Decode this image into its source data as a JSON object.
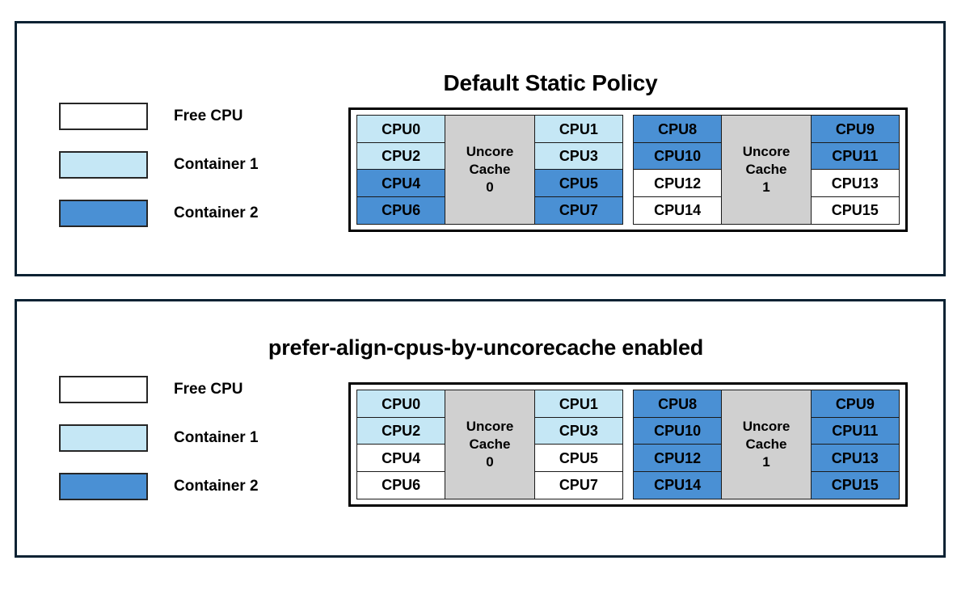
{
  "colors": {
    "panel_border": "#0b2233",
    "free_cpu": "#ffffff",
    "container1": "#c5e7f5",
    "container2": "#4a90d4",
    "uncore_cache": "#d0d0d0",
    "cell_border": "#1a1a1a"
  },
  "panels": [
    {
      "id": "default-static-policy",
      "title": "Default Static Policy",
      "legend": [
        {
          "label": "Free CPU",
          "state": "free"
        },
        {
          "label": "Container 1",
          "state": "container1"
        },
        {
          "label": "Container 2",
          "state": "container2"
        }
      ],
      "sockets": [
        {
          "uncore_label_line1": "Uncore",
          "uncore_label_line2": "Cache",
          "uncore_label_line3": "0",
          "left_column": [
            {
              "label": "CPU0",
              "state": "container1"
            },
            {
              "label": "CPU2",
              "state": "container1"
            },
            {
              "label": "CPU4",
              "state": "container2"
            },
            {
              "label": "CPU6",
              "state": "container2"
            }
          ],
          "right_column": [
            {
              "label": "CPU1",
              "state": "container1"
            },
            {
              "label": "CPU3",
              "state": "container1"
            },
            {
              "label": "CPU5",
              "state": "container2"
            },
            {
              "label": "CPU7",
              "state": "container2"
            }
          ]
        },
        {
          "uncore_label_line1": "Uncore",
          "uncore_label_line2": "Cache",
          "uncore_label_line3": "1",
          "left_column": [
            {
              "label": "CPU8",
              "state": "container2"
            },
            {
              "label": "CPU10",
              "state": "container2"
            },
            {
              "label": "CPU12",
              "state": "free"
            },
            {
              "label": "CPU14",
              "state": "free"
            }
          ],
          "right_column": [
            {
              "label": "CPU9",
              "state": "container2"
            },
            {
              "label": "CPU11",
              "state": "container2"
            },
            {
              "label": "CPU13",
              "state": "free"
            },
            {
              "label": "CPU15",
              "state": "free"
            }
          ]
        }
      ]
    },
    {
      "id": "prefer-align-enabled",
      "title": "prefer-align-cpus-by-uncorecache enabled",
      "legend": [
        {
          "label": "Free CPU",
          "state": "free"
        },
        {
          "label": "Container 1",
          "state": "container1"
        },
        {
          "label": "Container 2",
          "state": "container2"
        }
      ],
      "sockets": [
        {
          "uncore_label_line1": "Uncore",
          "uncore_label_line2": "Cache",
          "uncore_label_line3": "0",
          "left_column": [
            {
              "label": "CPU0",
              "state": "container1"
            },
            {
              "label": "CPU2",
              "state": "container1"
            },
            {
              "label": "CPU4",
              "state": "free"
            },
            {
              "label": "CPU6",
              "state": "free"
            }
          ],
          "right_column": [
            {
              "label": "CPU1",
              "state": "container1"
            },
            {
              "label": "CPU3",
              "state": "container1"
            },
            {
              "label": "CPU5",
              "state": "free"
            },
            {
              "label": "CPU7",
              "state": "free"
            }
          ]
        },
        {
          "uncore_label_line1": "Uncore",
          "uncore_label_line2": "Cache",
          "uncore_label_line3": "1",
          "left_column": [
            {
              "label": "CPU8",
              "state": "container2"
            },
            {
              "label": "CPU10",
              "state": "container2"
            },
            {
              "label": "CPU12",
              "state": "container2"
            },
            {
              "label": "CPU14",
              "state": "container2"
            }
          ],
          "right_column": [
            {
              "label": "CPU9",
              "state": "container2"
            },
            {
              "label": "CPU11",
              "state": "container2"
            },
            {
              "label": "CPU13",
              "state": "container2"
            },
            {
              "label": "CPU15",
              "state": "container2"
            }
          ]
        }
      ]
    }
  ]
}
